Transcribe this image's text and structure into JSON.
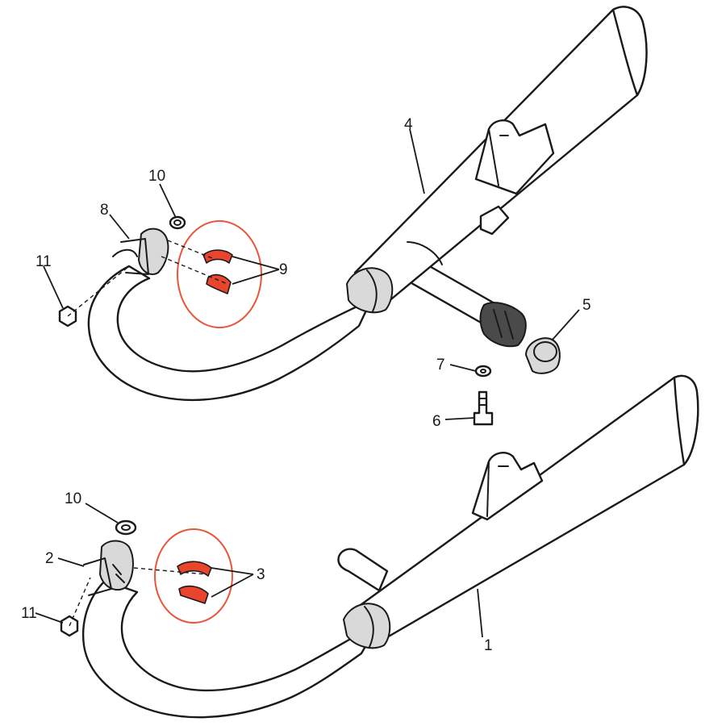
{
  "callouts": {
    "upper": {
      "p4": "4",
      "p5": "5",
      "p6": "6",
      "p7": "7",
      "p8": "8",
      "p9": "9",
      "p10": "10",
      "p11": "11"
    },
    "lower": {
      "p1": "1",
      "p2": "2",
      "p3": "3",
      "p10": "10",
      "p11": "11"
    }
  },
  "colors": {
    "highlight_fill": "#e8452c",
    "highlight_ring": "#e8553a",
    "line": "#1a1a1a"
  }
}
